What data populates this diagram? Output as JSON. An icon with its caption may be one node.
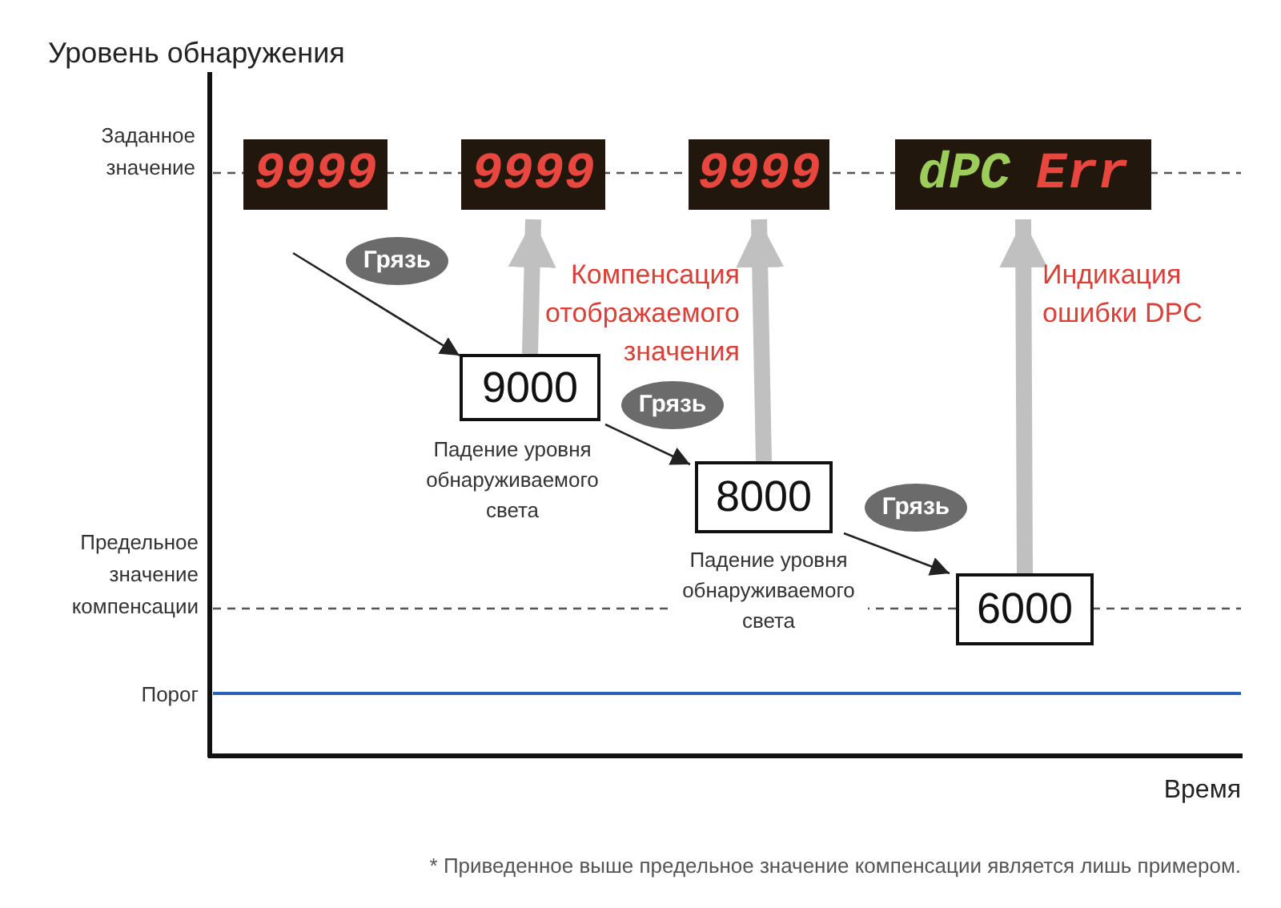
{
  "diagram": {
    "caption": "* Приведенное выше предельное значение компенсации является лишь примером.",
    "nodes": [
      {
        "text": [
          "9999"
        ]
      },
      {
        "text": [
          "9999"
        ]
      },
      {
        "text": [
          "9999"
        ]
      },
      {
        "text": [
          "dPC",
          "Err"
        ]
      },
      {
        "text": [
          "9000"
        ],
        "beside": [
          "Падение уровня обнаруживаемого света"
        ]
      },
      {
        "text": [
          "8000"
        ],
        "beside": [
          "Падение уровня обнаруживаемого света"
        ]
      },
      {
        "text": [
          "6000"
        ]
      },
      {
        "text": [
          "Грязь"
        ]
      },
      {
        "text": [
          "Грязь"
        ]
      },
      {
        "text": [
          "Грязь"
        ]
      }
    ],
    "edges": [
      {
        "from": null,
        "to": 4,
        "arrow": "to"
      },
      {
        "from": 4,
        "to": 5,
        "arrow": "to"
      },
      {
        "from": 5,
        "to": 6,
        "arrow": "to"
      },
      {
        "from": 4,
        "to": 1,
        "arrow": "to",
        "style": "thick",
        "color": "#c0c0c0"
      },
      {
        "from": 5,
        "to": 2,
        "arrow": "to",
        "style": "thick",
        "color": "#c0c0c0"
      },
      {
        "from": 6,
        "to": 3,
        "arrow": "to",
        "style": "thick",
        "color": "#c0c0c0"
      }
    ],
    "labels": [
      "Уровень обнаружения",
      "Заданное значение",
      "Компенсация отображаемого значения",
      "Индикация ошибки DPC",
      "Предельное значение компенсации",
      "Порог",
      "Время"
    ]
  }
}
